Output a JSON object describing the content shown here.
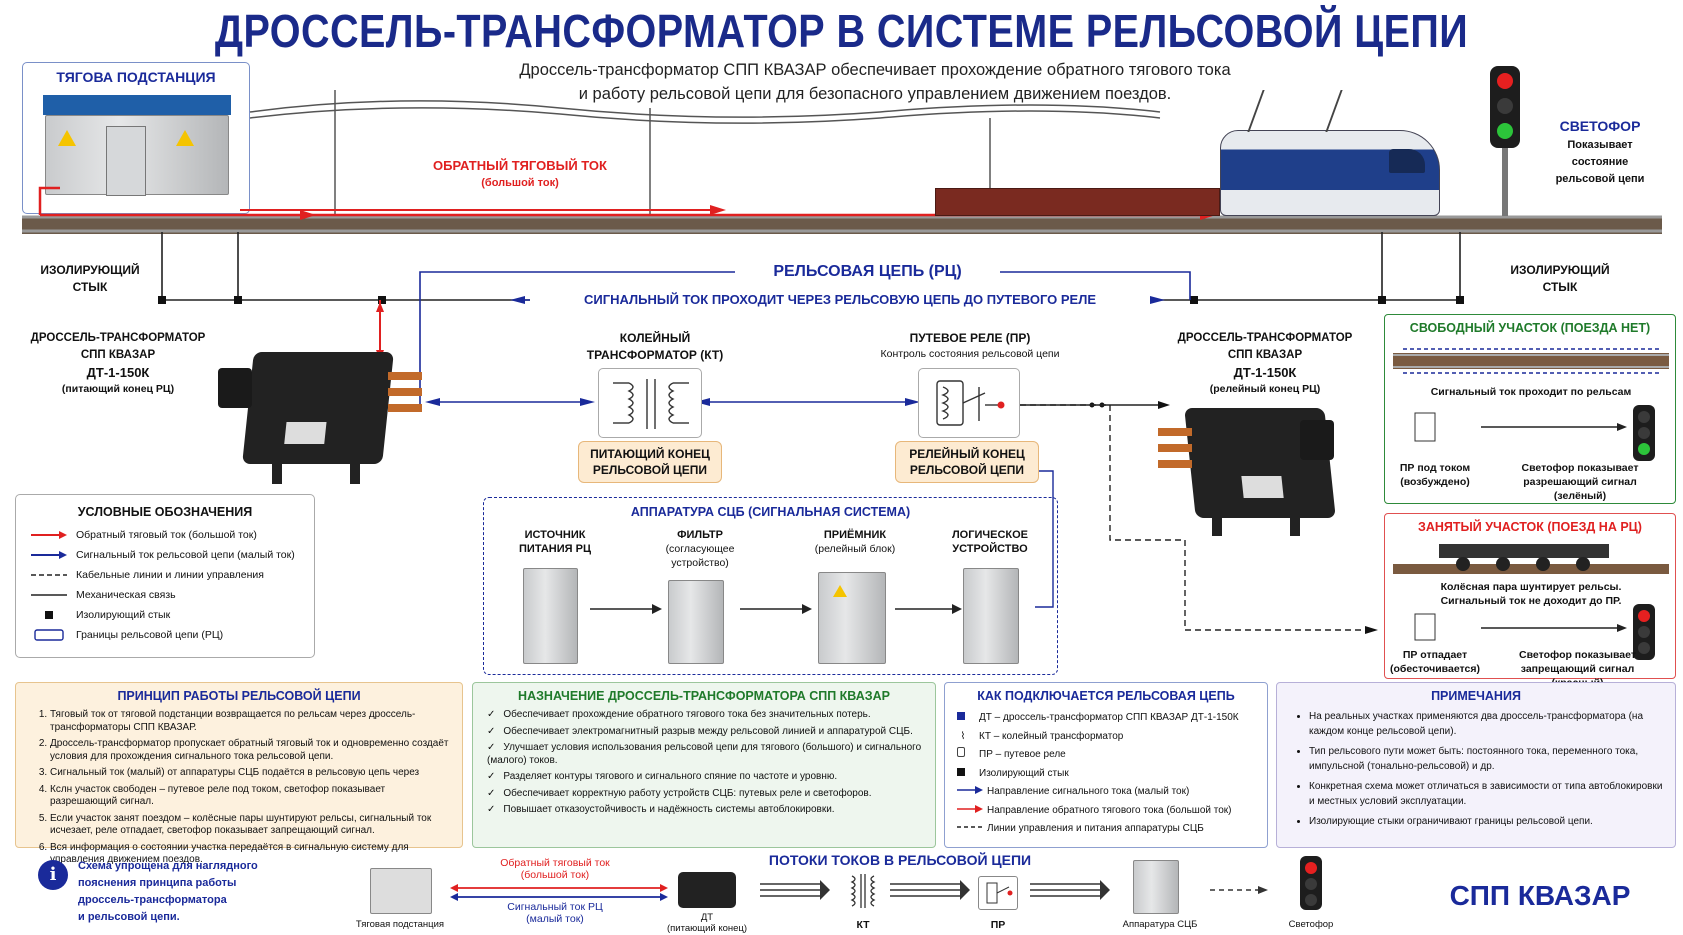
{
  "title": "ДРОССЕЛЬ-ТРАНСФОРМАТОР В СИСТЕМЕ РЕЛЬСОВОЙ ЦЕПИ",
  "subtitle_line1": "Дроссель-трансформатор СПП КВАЗАР обеспечивает прохождение обратного тягового тока",
  "subtitle_line2": "и работу рельсовой цепи для безопасного управлением движением поездов.",
  "substation": {
    "title": "ТЯГОВА ПОДСТАНЦИЯ"
  },
  "traction_current": {
    "title": "ОБРАТНЫЙ ТЯГОВЫЙ ТОК",
    "sub": "(большой ток)"
  },
  "signal_top": {
    "title": "СВЕТОФОР",
    "line1": "Показывает",
    "line2": "состояние",
    "line3": "рельсовой цепи"
  },
  "joint_left": {
    "line1": "ИЗОЛИРУЮЩИЙ",
    "line2": "СТЫК"
  },
  "joint_right": {
    "line1": "ИЗОЛИРУЮЩИЙ",
    "line2": "СТЫК"
  },
  "rc_label": "РЕЛЬСОВАЯ ЦЕПЬ (РЦ)",
  "signal_current_label": "СИГНАЛЬНЫЙ ТОК ПРОХОДИТ ЧЕРЕЗ РЕЛЬСОВУЮ ЦЕПЬ ДО ПУТЕВОГО РЕЛЕ",
  "dt_left": {
    "line1": "ДРОССЕЛЬ-ТРАНСФОРМАТОР",
    "line2": "СПП КВАЗАР",
    "line3": "ДТ-1-150К",
    "line4": "(питающий конец РЦ)"
  },
  "dt_right": {
    "line1": "ДРОССЕЛЬ-ТРАНСФОРМАТОР",
    "line2": "СПП КВАЗАР",
    "line3": "ДТ-1-150К",
    "line4": "(релейный конец РЦ)"
  },
  "kt": {
    "line1": "КОЛЕЙНЫЙ",
    "line2": "ТРАНСФОРМАТОР (КТ)"
  },
  "pr": {
    "line1": "ПУТЕВОЕ РЕЛЕ (ПР)",
    "line2": "Контроль состояния рельсовой цепи"
  },
  "feed_end": {
    "line1": "ПИТАЮЩИЙ КОНЕЦ",
    "line2": "РЕЛЬСОВОЙ ЦЕПИ"
  },
  "relay_end": {
    "line1": "РЕЛЕЙНЫЙ КОНЕЦ",
    "line2": "РЕЛЬСОВОЙ ЦЕПИ"
  },
  "legend": {
    "title": "УСЛОВНЫЕ ОБОЗНАЧЕНИЯ",
    "items": [
      "Обратный тяговый ток (большой ток)",
      "Сигнальный ток рельсовой цепи (малый ток)",
      "Кабельные линии и линии управления",
      "Механическая связь",
      "Изолирующий стык",
      "Границы рельсовой цепи (РЦ)"
    ]
  },
  "scb": {
    "title": "АППАРАТУРА СЦБ (СИГНАЛЬНАЯ СИСТЕМА)",
    "items": [
      {
        "line1": "ИСТОЧНИК",
        "line2": "ПИТАНИЯ РЦ",
        "line3": "",
        "line4": ""
      },
      {
        "line1": "ФИЛЬТР",
        "line2": "(согласующее",
        "line3": "устройство)",
        "line4": ""
      },
      {
        "line1": "ПРИЁМНИК",
        "line2": "(релейный блок)",
        "line3": "",
        "line4": ""
      },
      {
        "line1": "ЛОГИЧЕСКОЕ",
        "line2": "УСТРОЙСТВО",
        "line3": "",
        "line4": ""
      }
    ]
  },
  "free": {
    "title": "СВОБОДНЫЙ УЧАСТОК (ПОЕЗДА НЕТ)",
    "caption": "Сигнальный ток проходит по рельсам",
    "left1": "ПР под током",
    "left2": "(возбуждено)",
    "right1": "Светофор показывает",
    "right2": "разрешающий сигнал",
    "right3": "(зелёный)"
  },
  "busy": {
    "title": "ЗАНЯТЫЙ УЧАСТОК (ПОЕЗД НА РЦ)",
    "caption1": "Колёсная пара шунтирует рельсы.",
    "caption2": "Сигнальный ток не доходит до ПР.",
    "left1": "ПР отпадает",
    "left2": "(обесточивается)",
    "right1": "Светофор показывает",
    "right2": "запрещающий сигнал",
    "right3": "(красный)"
  },
  "principle": {
    "title": "ПРИНЦИП РАБОТЫ РЕЛЬСОВОЙ ЦЕПИ",
    "items": [
      "Тяговый ток от тяговой подстанции возвращается по рельсам через дроссель-трансформаторы СПП КВАЗАР.",
      "Дроссель-трансформатор пропускает обратный тяговый ток и одновременно создаёт условия для прохождения сигнального тока рельсовой цепи.",
      "Сигнальный ток (малый) от аппаратуры СЦБ подаётся в рельсовую цепь через",
      "Кслн участок свободен – путевое реле под током, светофор показывает разрешающий сигнал.",
      "Если участок занят поездом – колёсные пары шунтируют рельсы, сигнальный ток исчезает, реле отпадает, светофор показывает запрещающий сигнал.",
      "Вся информация о состоянии участка передаётся в сигнальную систему для управления движением поездов."
    ]
  },
  "purpose": {
    "title": "НАЗНАЧЕНИЕ ДРОССЕЛЬ-ТРАНСФОРМАТОРА СПП КВАЗАР",
    "items": [
      "Обеспечивает прохождение обратного тягового тока без значительных потерь.",
      "Обеспечивает электромагнитный разрыв между рельсовой линией и аппаратурой СЦБ.",
      "Улучшает условия использования рельсовой цепи для тягового (большого) и сигнального (малого) токов.",
      "Разделяет контуры тягового и сигнального спяние по частоте и уровню.",
      "Обеспечивает корректную работу устройств СЦБ: путевых реле и светофоров.",
      "Повышает отказоустойчивость и надёжность системы автоблокировки."
    ]
  },
  "connect": {
    "title": "КАК ПОДКЛЮЧАЕТСЯ РЕЛЬСОВАЯ ЦЕПЬ",
    "items": [
      "ДТ – дроссель-трансформатор СПП КВАЗАР ДТ-1-150К",
      "КТ – колейный трансформатор",
      "ПР – путевое реле",
      "Изолирующий стык",
      "Направление сигнального тока (малый ток)",
      "Направление обратного тягового тока (большой ток)",
      "Линии управления и питания аппаратуры СЦБ"
    ]
  },
  "notes": {
    "title": "ПРИМЕЧАНИЯ",
    "items": [
      "На реальных участках применяются два дроссель-трансформатора (на каждом конце рельсовой цепи).",
      "Тип рельсового пути может быть: постоянного тока, переменного тока, импульсной (тонально-рельсовой) и др.",
      "Конкретная схема может отличаться в зависимости от типа автоблокировки и местных условий эксплуатации.",
      "Изолирующие стыки ограничивают границы рельсовой цепи."
    ]
  },
  "info": {
    "line1": "Схема упрощена для наглядного",
    "line2": "пояснения принципа работы",
    "line3": "дроссель-трансформатора",
    "line4": "и рельсовой цепи."
  },
  "flows": {
    "title": "ПОТОКИ ТОКОВ В РЕЛЬСОВОЙ ЦЕПИ",
    "traction1": "Обратный тяговый ток",
    "traction2": "(большой ток)",
    "signal1": "Сигнальный ток РЦ",
    "signal2": "(малый ток)",
    "substation": "Тяговая подстанция",
    "dt1": "ДТ",
    "dt2": "(питающий конец)",
    "kt": "КТ",
    "pr": "ПР",
    "scb": "Аппаратура СЦБ",
    "light": "Светофор"
  },
  "brand": "СПП КВАЗАР",
  "colors": {
    "blue": "#1a2a9a",
    "red": "#e02020",
    "green": "#1f7a2a",
    "orange_bg": "#fdebd2"
  }
}
